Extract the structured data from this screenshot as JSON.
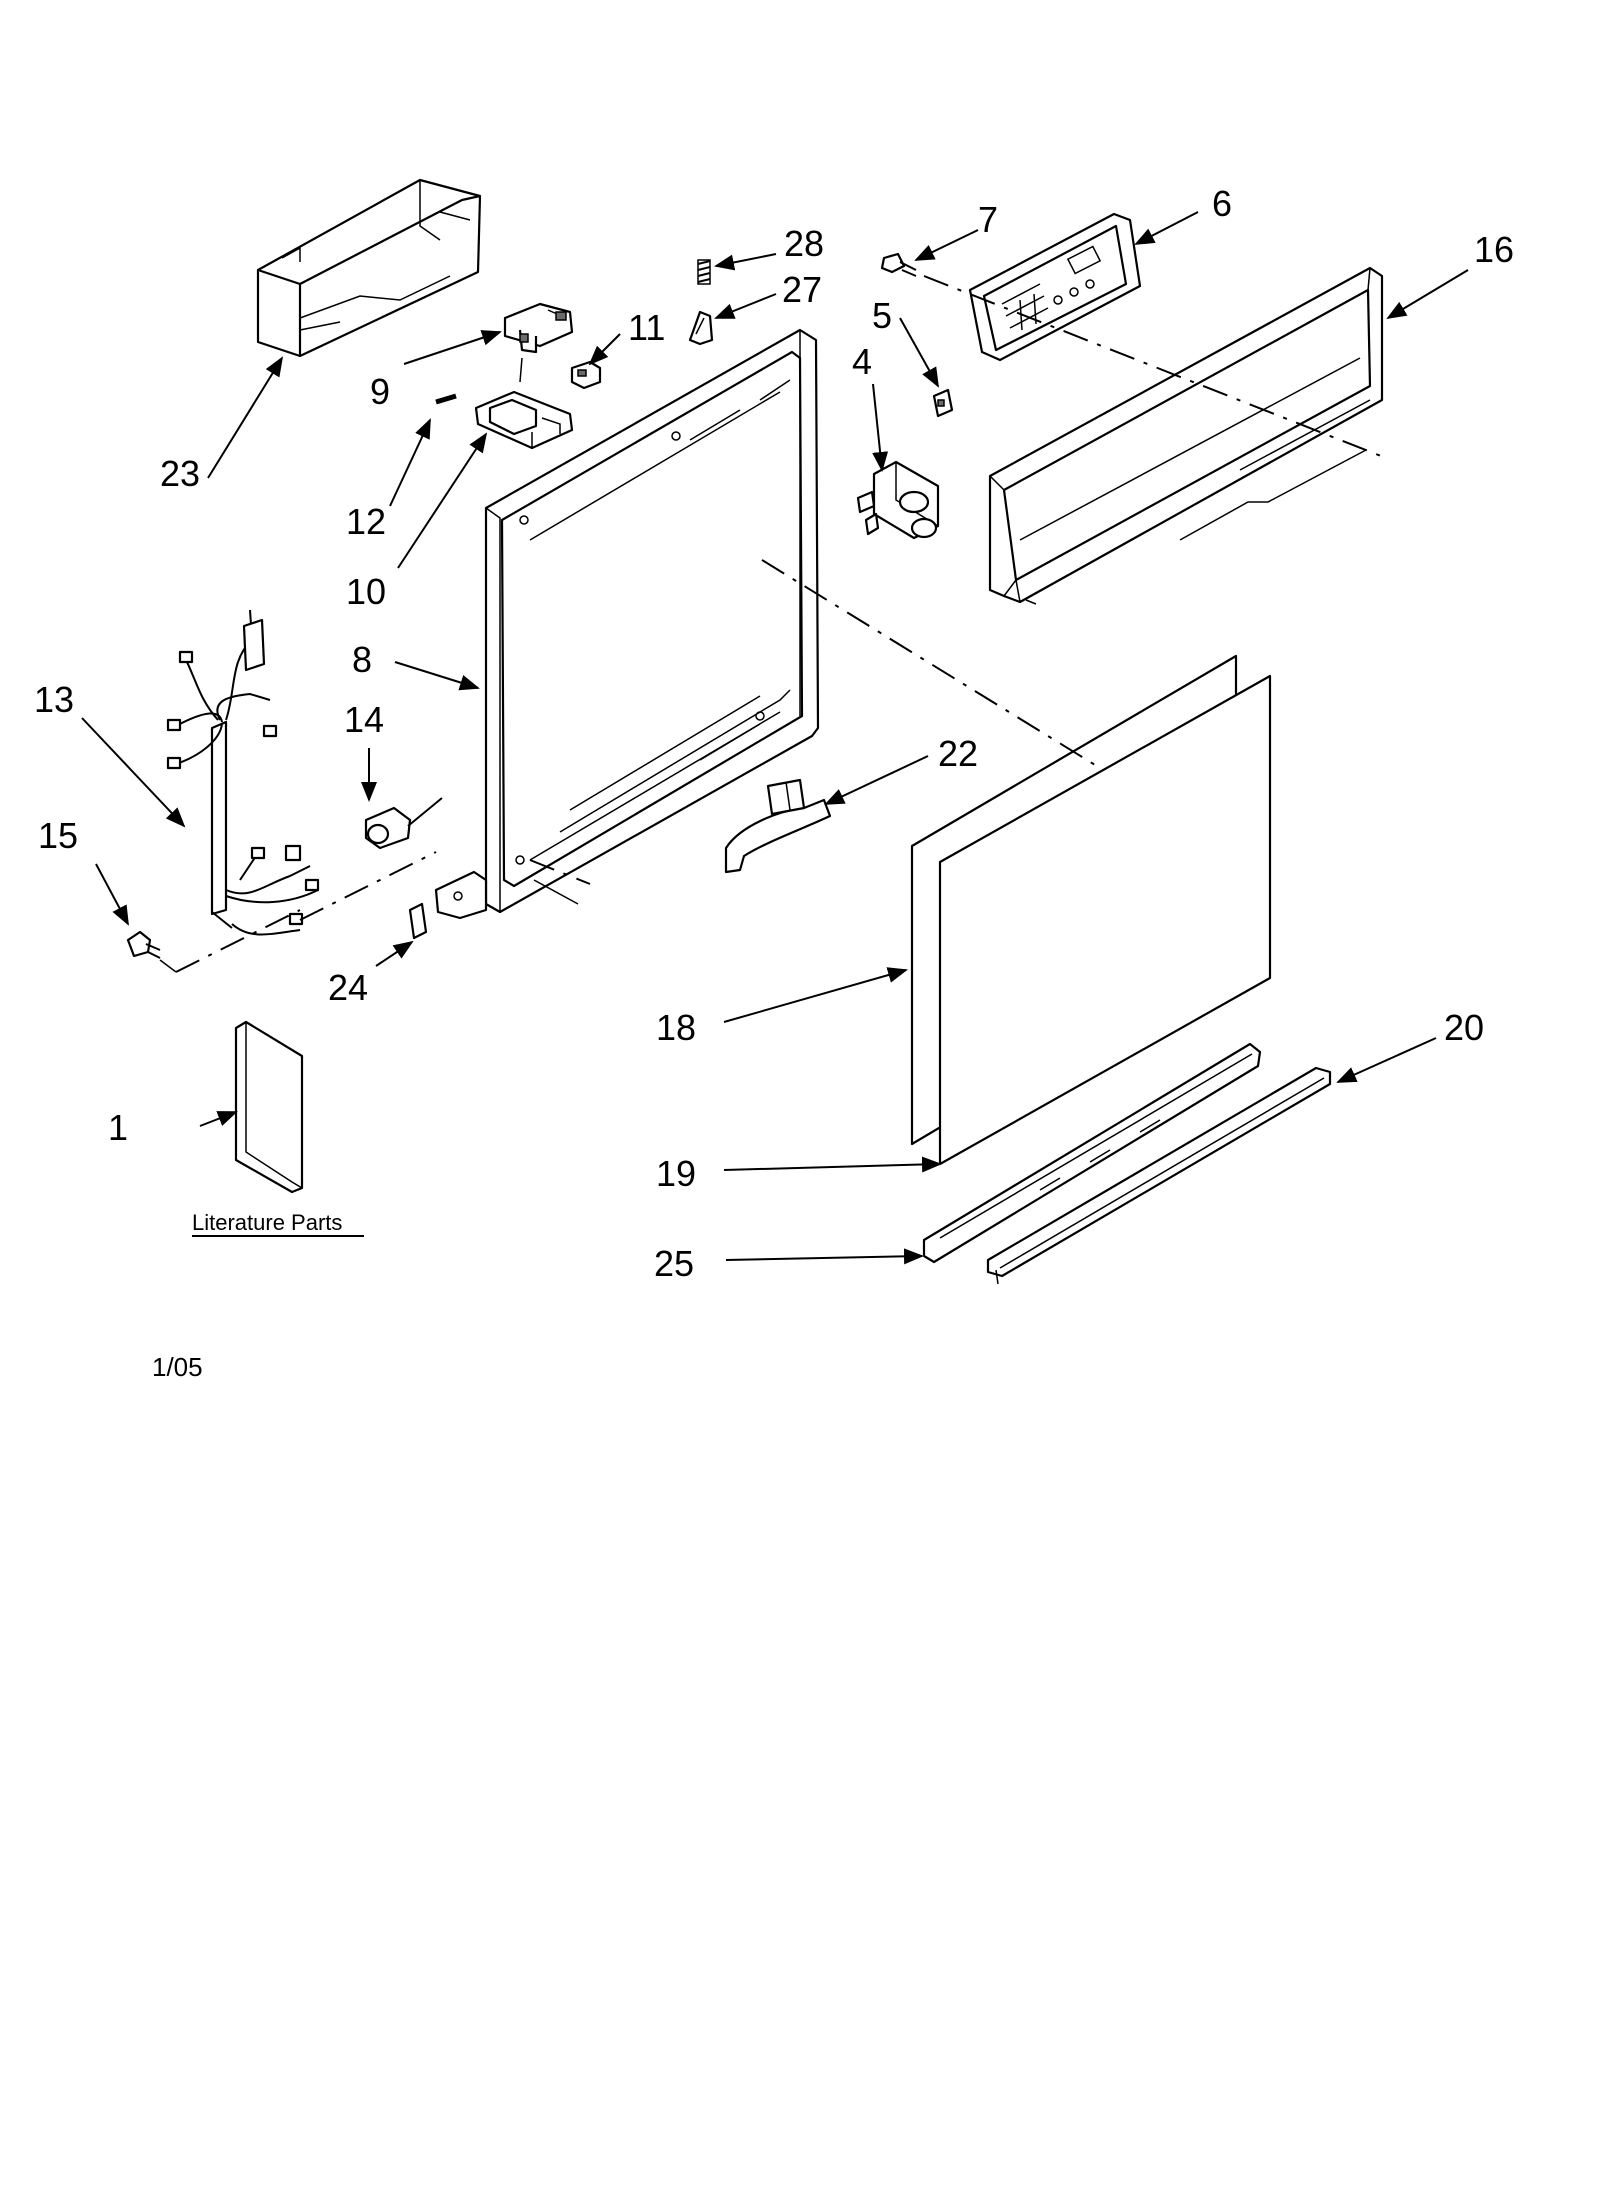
{
  "diagram": {
    "callouts": {
      "c1": "1",
      "c4": "4",
      "c5": "5",
      "c6": "6",
      "c7": "7",
      "c8": "8",
      "c9": "9",
      "c10": "10",
      "c11": "11",
      "c12": "12",
      "c13": "13",
      "c14": "14",
      "c15": "15",
      "c16": "16",
      "c18": "18",
      "c19": "19",
      "c20": "20",
      "c22": "22",
      "c23": "23",
      "c24": "24",
      "c25": "25",
      "c27": "27",
      "c28": "28"
    },
    "literature_label": "Literature Parts",
    "date_code": "1/05"
  }
}
